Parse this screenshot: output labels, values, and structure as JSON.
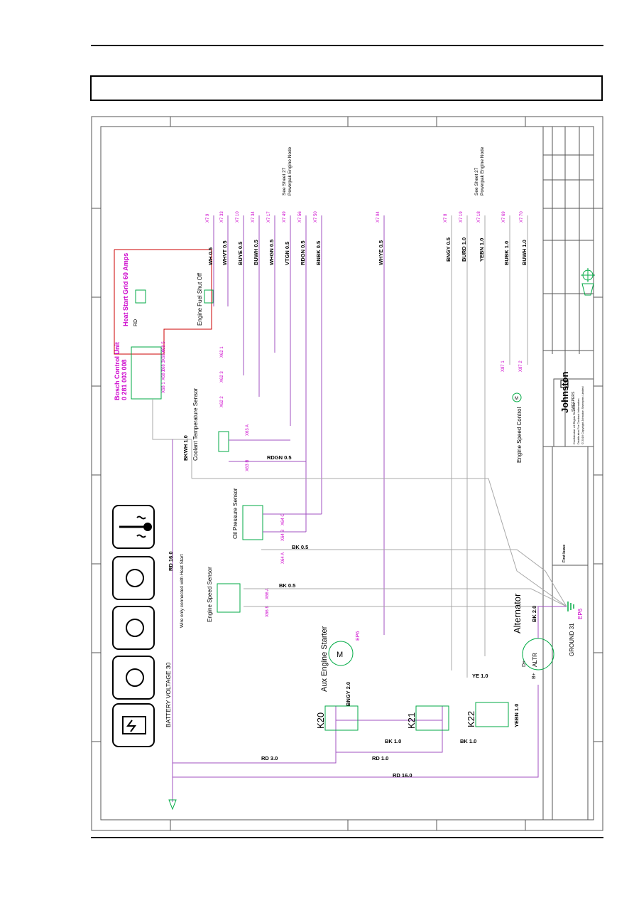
{
  "header": {
    "title_box_text": ""
  },
  "icons": [
    "battery-icon",
    "engine-start-icon",
    "engine-start-plus-icon",
    "oil-pressure-icon",
    "coolant-temperature-icon"
  ],
  "labels": {
    "battery_voltage": "BATTERY VOLTAGE 30",
    "rd16_top": "RD 16.0",
    "heat_start_note": "Wire only connected with Heat Start",
    "rd30": "RD 3.0",
    "rd10": "RD 1.0",
    "rd160_bottom": "RD 16.0",
    "bk10_a": "BK 1.0",
    "bk10_b": "BK 1.0",
    "k20": "K20",
    "k21": "K21",
    "k22": "K22",
    "bngy20": "BNGY 2.0",
    "yebn10": "YEBN 1.0",
    "ye10": "YE 1.0",
    "aux_engine_starter": "Aux Engine Starter",
    "motor_m": "M",
    "ep6_starter": "EP6",
    "alternator": "Alternator",
    "altr": "ALTR",
    "d_plus": "D+",
    "b_plus": "B+",
    "bk20": "BK 2.0",
    "ground31": "GROUND 31",
    "ep6_ground": "EP6",
    "engine_speed_sensor": "Engine Speed Sensor",
    "bk05_speed": "BK 0.5",
    "x66a": "X66 A",
    "x66b": "X66 B",
    "oil_pressure_sensor": "Oil Pressure Sensor",
    "x64a": "X64 A",
    "x64b": "X64 B",
    "x64c": "X64 C",
    "bk05_oil": "BK 0.5",
    "coolant_temp_sensor": "Coolant Temperature Sensor",
    "bkwh10": "BKWH 1.0",
    "rdgn05_lower": "RDGN 0.5",
    "x63a": "X63 A",
    "x63b": "X63 B",
    "bosch_title": "Bosch Control Unit",
    "bosch_part": "0 281 003 008",
    "heat_start_grid": "Heat Start Grid 60 Amps",
    "rd_small": "RD",
    "x68": [
      "X68 1",
      "X68 2",
      "X68 3",
      "X68 4",
      "X68 5"
    ],
    "x62": [
      "X62 1",
      "X62 2",
      "X62 3"
    ],
    "engine_fuel_shutoff": "Engine Fuel Shut Off",
    "see_sheet_27_a": "See Sheet 27",
    "powerpak_node_a": "Powerpak Engine Node",
    "see_sheet_27_b": "See Sheet 27",
    "powerpak_node_b": "Powerpak Engine Node",
    "engine_speed_control": "Engine Speed Control",
    "motor_small": "M",
    "x87": [
      "X87 1",
      "X87 2"
    ],
    "first_issue": "First Issue"
  },
  "wires_top": [
    {
      "label": "WH 0.5",
      "conn": "X7 9"
    },
    {
      "label": "WHVT 0.5",
      "conn": "X7 33"
    },
    {
      "label": "BUYE 0.5",
      "conn": "X7 10"
    },
    {
      "label": "BUWH 0.5",
      "conn": "X7 34"
    },
    {
      "label": "WHGN 0.5",
      "conn": "X7 17"
    },
    {
      "label": "VTGN 0.5",
      "conn": "X7 49"
    },
    {
      "label": "RDGN 0.5",
      "conn": "X7 56"
    },
    {
      "label": "BNBK 0.5",
      "conn": "X7 50"
    },
    {
      "label": "WHYE 0.5",
      "conn": "X7 94"
    },
    {
      "label": "BNGY 0.5",
      "conn": "X7 8"
    },
    {
      "label": "BURD 1.0",
      "conn": "X7 19"
    },
    {
      "label": "YEBN 1.0",
      "conn": "X7 18"
    },
    {
      "label": "BUBK 1.0",
      "conn": "X7 69"
    },
    {
      "label": "BUWH 1.0",
      "conn": "X7 70"
    }
  ],
  "company": {
    "name": "Johnston",
    "sub": "SWEEPERS",
    "line1": "Confidential. All Rights Reserved",
    "line2": "Distribution For Contract Information",
    "line3": "© 2016 Copyright Johnston Sweepers Limited"
  },
  "colors": {
    "wire_purple": "#a050c0",
    "wire_grey": "#a8a8a8",
    "heat_red": "#cc0000",
    "component_green": "#00aa44",
    "label_magenta": "#cc00cc"
  }
}
